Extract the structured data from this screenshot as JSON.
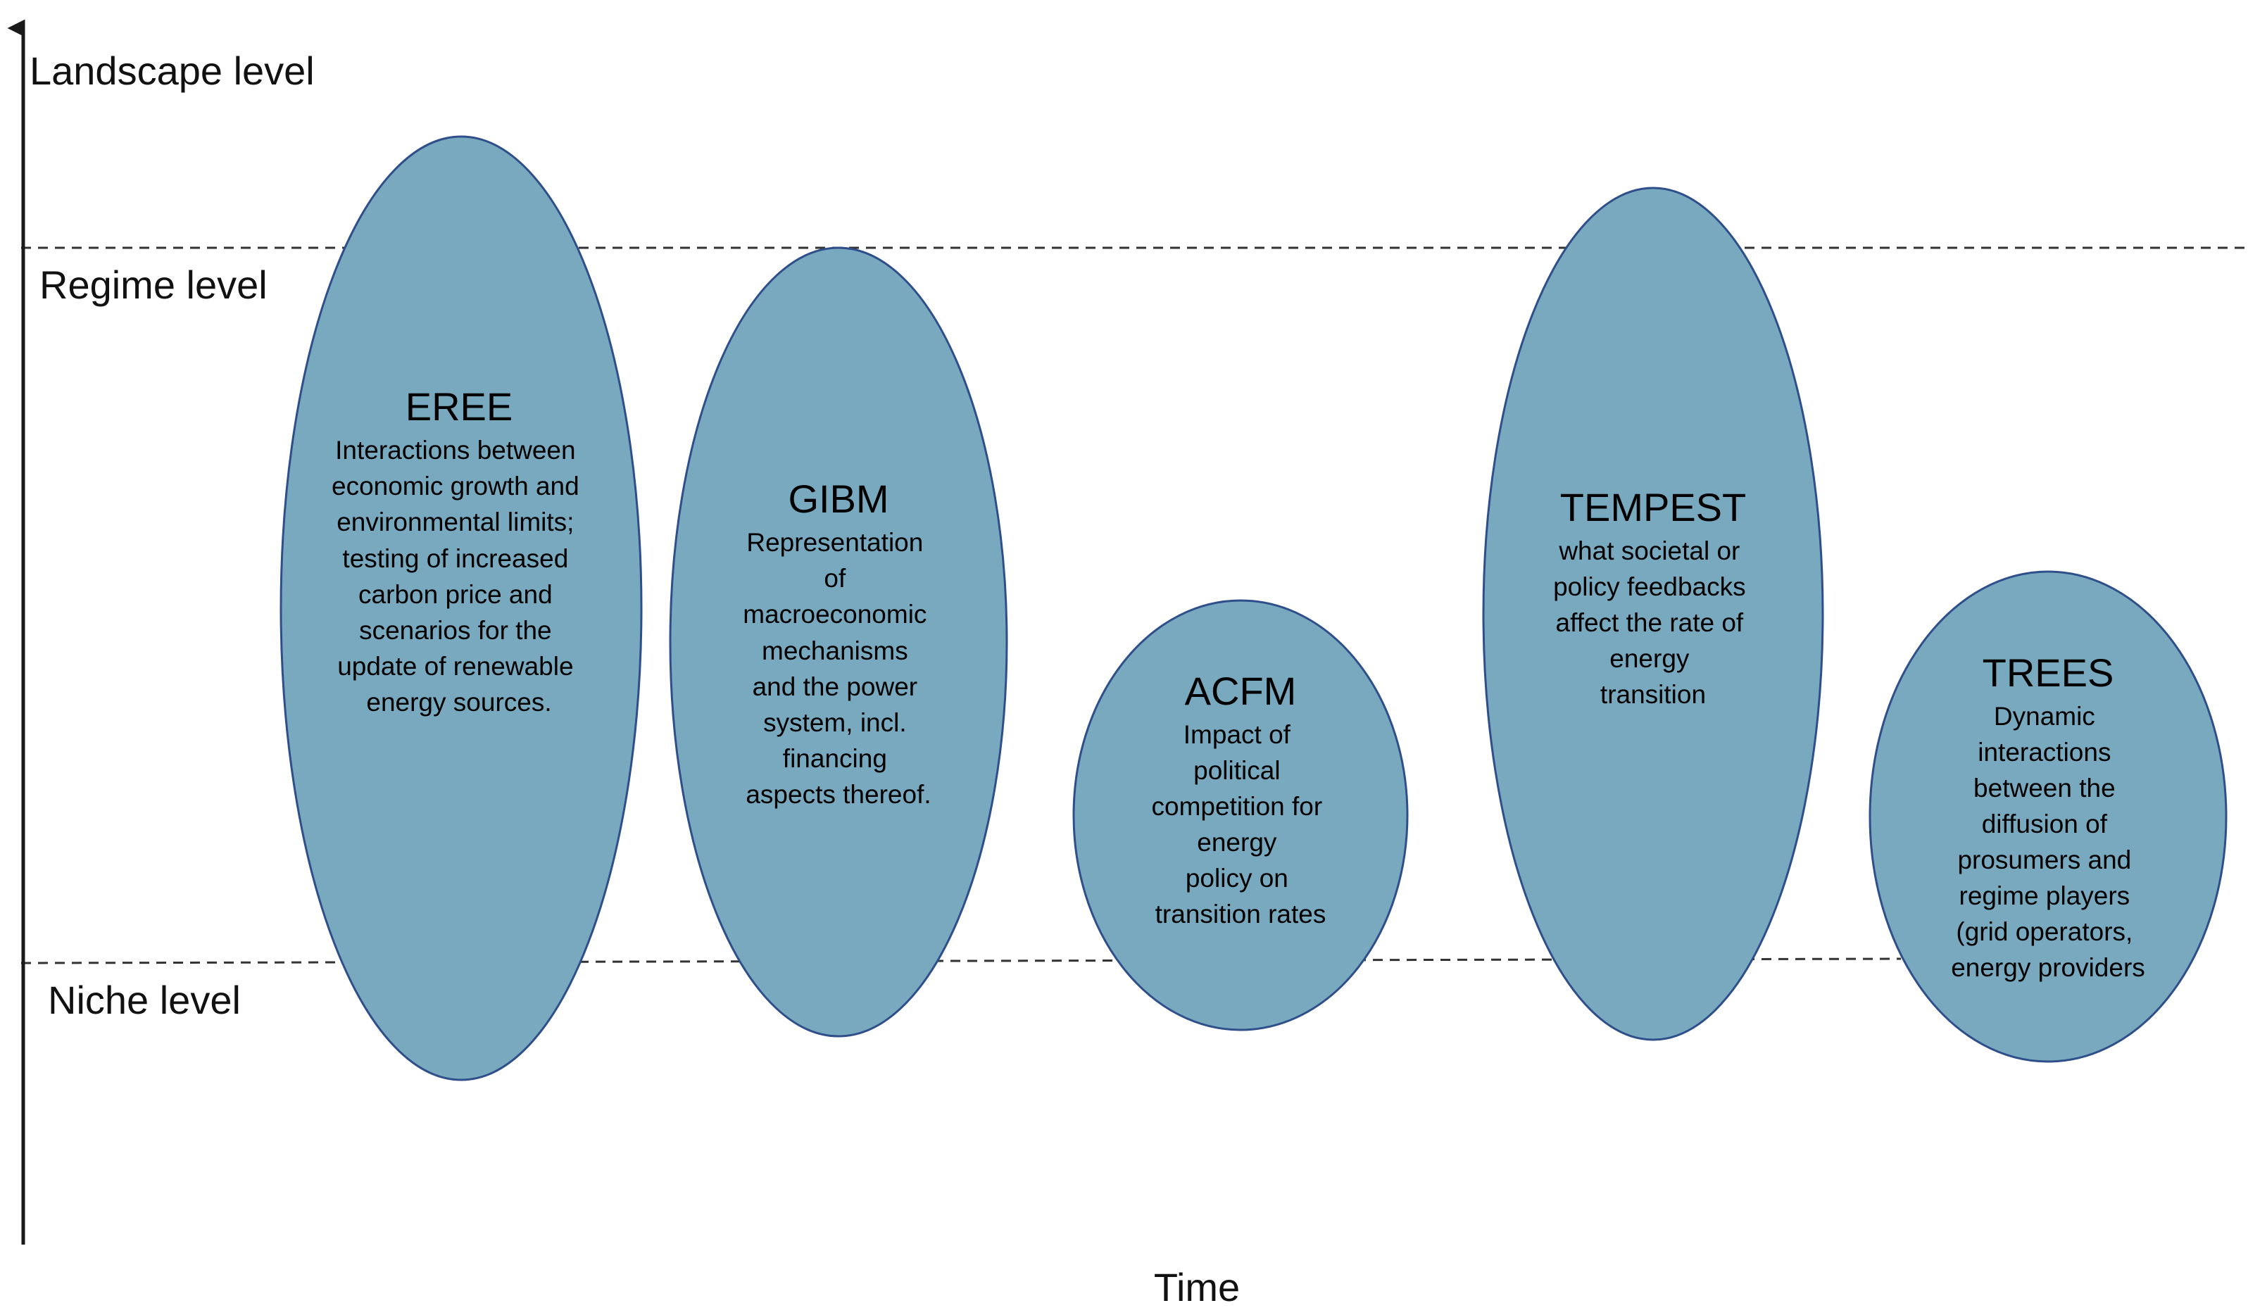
{
  "axis": {
    "y_label_top": "Landscape level",
    "x_label": "Time"
  },
  "levels": {
    "regime": "Regime level",
    "niche": "Niche level"
  },
  "colors": {
    "ellipse_fill": "#79a9bf",
    "ellipse_stroke": "#2f4f8a",
    "axis": "#1a1a1a"
  },
  "models": [
    {
      "name": "EREE",
      "description": [
        "Interactions between",
        "economic growth and",
        "environmental limits;",
        "testing of increased",
        "carbon price and",
        "scenarios for the",
        "update of renewable",
        "energy sources."
      ]
    },
    {
      "name": "GIBM",
      "description": [
        "Representation",
        "of",
        "macroeconomic",
        "mechanisms",
        "and the power",
        "system, incl.",
        "financing",
        "aspects thereof."
      ]
    },
    {
      "name": "ACFM",
      "description": [
        "Impact of",
        "political",
        "competition for",
        "energy",
        "policy on",
        "transition rates"
      ]
    },
    {
      "name": "TEMPEST",
      "description": [
        "what societal or",
        "policy feedbacks",
        "affect the rate of",
        "energy",
        "transition"
      ]
    },
    {
      "name": "TREES",
      "description": [
        "Dynamic",
        "interactions",
        "between the",
        "diffusion of",
        "prosumers and",
        "regime players",
        "(grid operators,",
        "energy providers"
      ]
    }
  ]
}
